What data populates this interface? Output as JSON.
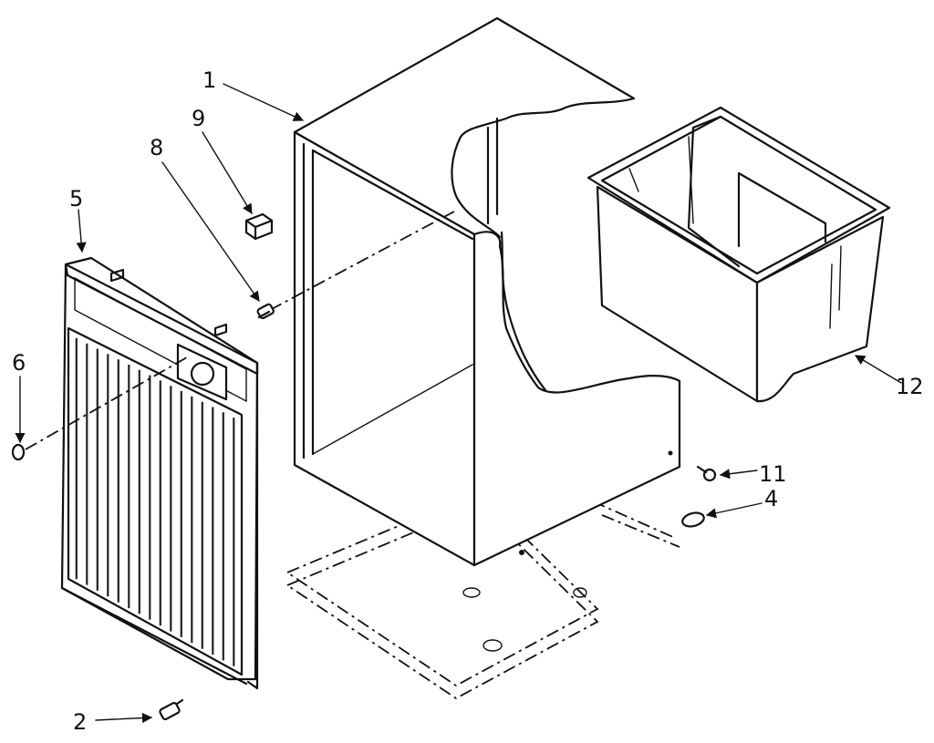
{
  "diagram": {
    "callouts": [
      "1",
      "2",
      "4",
      "5",
      "6",
      "8",
      "9",
      "11",
      "12"
    ],
    "parts": [
      "cabinet-shell",
      "screw",
      "foot",
      "front-grille-panel",
      "knob-plug",
      "screw",
      "clip",
      "screw",
      "water-bucket"
    ]
  }
}
